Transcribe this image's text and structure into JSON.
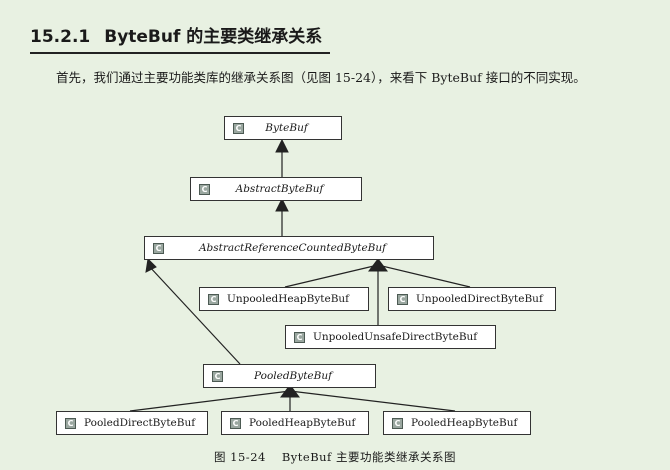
{
  "section": {
    "number": "15.2.1",
    "title": "ByteBuf 的主要类继承关系"
  },
  "paragraph": "首先，我们通过主要功能类库的继承关系图（见图 15-24），来看下 ByteBuf 接口的不同实现。",
  "diagram": {
    "class_icon": "C",
    "classes": {
      "bytebuf": "ByteBuf",
      "abstract_bytebuf": "AbstractByteBuf",
      "abstract_refcounted": "AbstractReferenceCountedByteBuf",
      "unpooled_heap": "UnpooledHeapByteBuf",
      "unpooled_direct": "UnpooledDirectByteBuf",
      "unpooled_unsafe_direct": "UnpooledUnsafeDirectByteBuf",
      "pooled_bytebuf": "PooledByteBuf",
      "pooled_direct": "PooledDirectByteBuf",
      "pooled_heap_1": "PooledHeapByteBuf",
      "pooled_heap_2": "PooledHeapByteBuf"
    }
  },
  "caption": {
    "figure_number": "图 15-24",
    "text": "ByteBuf 主要功能类继承关系图"
  }
}
